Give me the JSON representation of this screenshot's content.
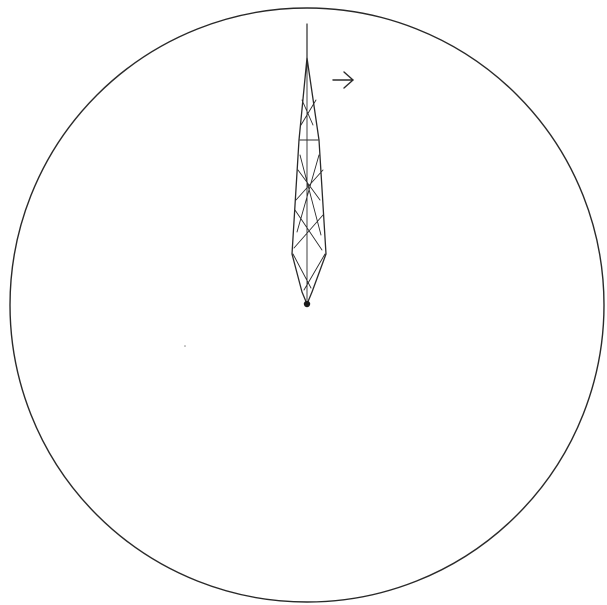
{
  "diagram": {
    "description_elements": [
      "clock-dial",
      "single-hand",
      "pivot-dot",
      "direction-arrow"
    ],
    "hand_position": "12 o'clock",
    "arrow_direction": "clockwise",
    "ink_color": "#2a2a2a",
    "background_color": "#ffffff"
  }
}
